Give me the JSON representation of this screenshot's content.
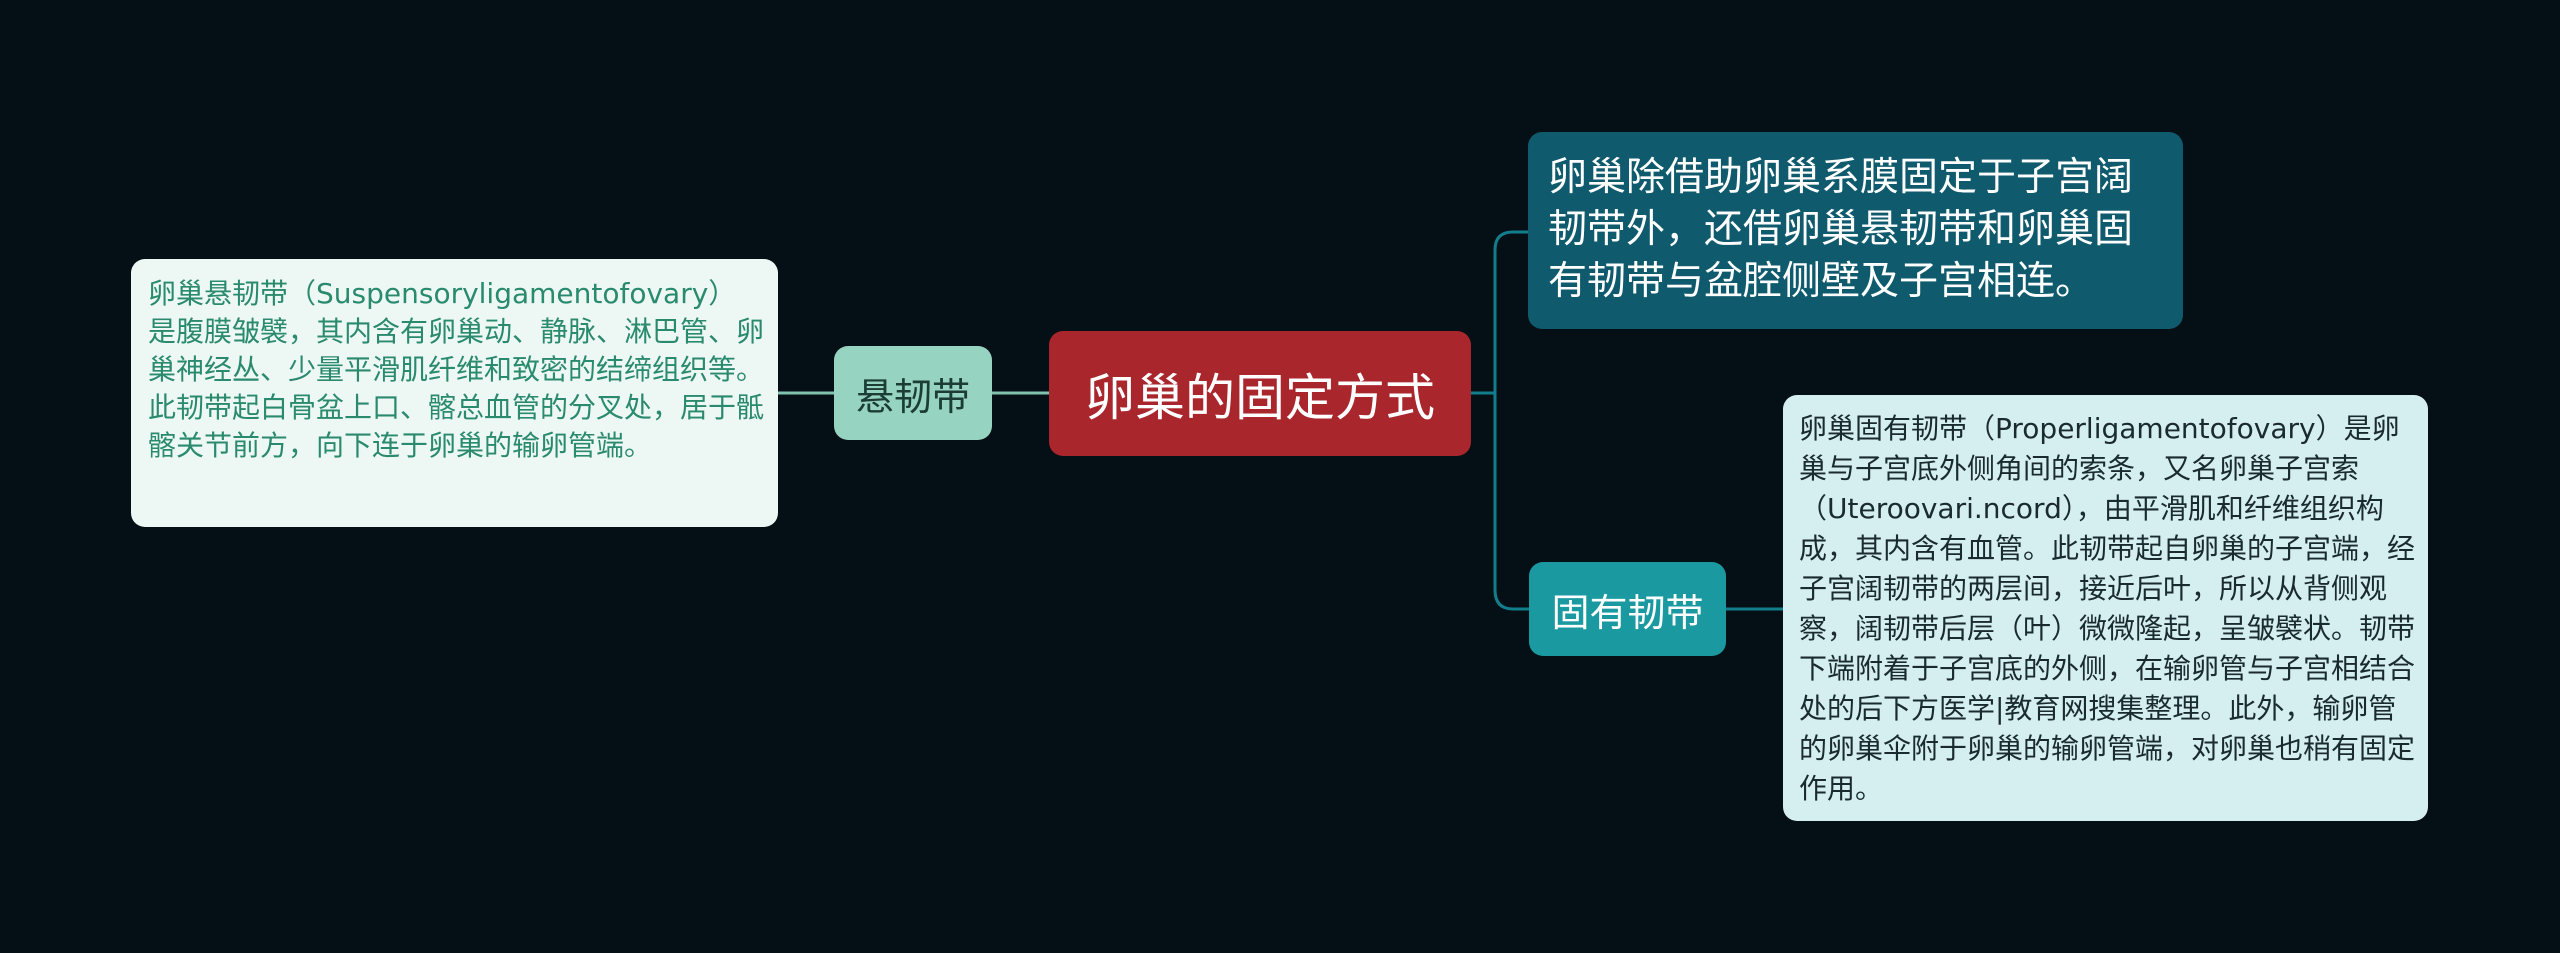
{
  "root": {
    "label": "卵巢的固定方式"
  },
  "branches": {
    "suspensory": {
      "label": "悬韧带",
      "note": "卵巢悬韧带（Suspensoryligamentofovary）是腹膜皱襞，其内含有卵巢动、静脉、淋巴管、卵巢神经丛、少量平滑肌纤维和致密的结缔组织等。此韧带起白骨盆上口、髂总血管的分叉处，居于骶髂关节前方，向下连于卵巢的输卵管端。"
    },
    "intro": {
      "text": "卵巢除借助卵巢系膜固定于子宫阔韧带外，还借卵巢悬韧带和卵巢固有韧带与盆腔侧壁及子宫相连。"
    },
    "proper": {
      "label": "固有韧带",
      "note": "卵巢固有韧带（Properligamentofovary）是卵巢与子宫底外侧角间的索条，又名卵巢子宫索（Uteroovari.ncord），由平滑肌和纤维组织构成，其内含有血管。此韧带起自卵巢的子宫端，经子宫阔韧带的两层间，接近后叶，所以从背侧观察，阔韧带后层（叶）微微隆起，呈皱襞状。韧带下端附着于子宫底的外侧，在输卵管与子宫相结合处的后下方医学|教育网搜集整理。此外，输卵管的卵巢伞附于卵巢的输卵管端，对卵巢也稍有固定作用。"
    }
  },
  "colors": {
    "background": "#050f16",
    "root": "#a8262c",
    "connector_left": "#7fc4b0",
    "connector_right": "#127e8c"
  }
}
